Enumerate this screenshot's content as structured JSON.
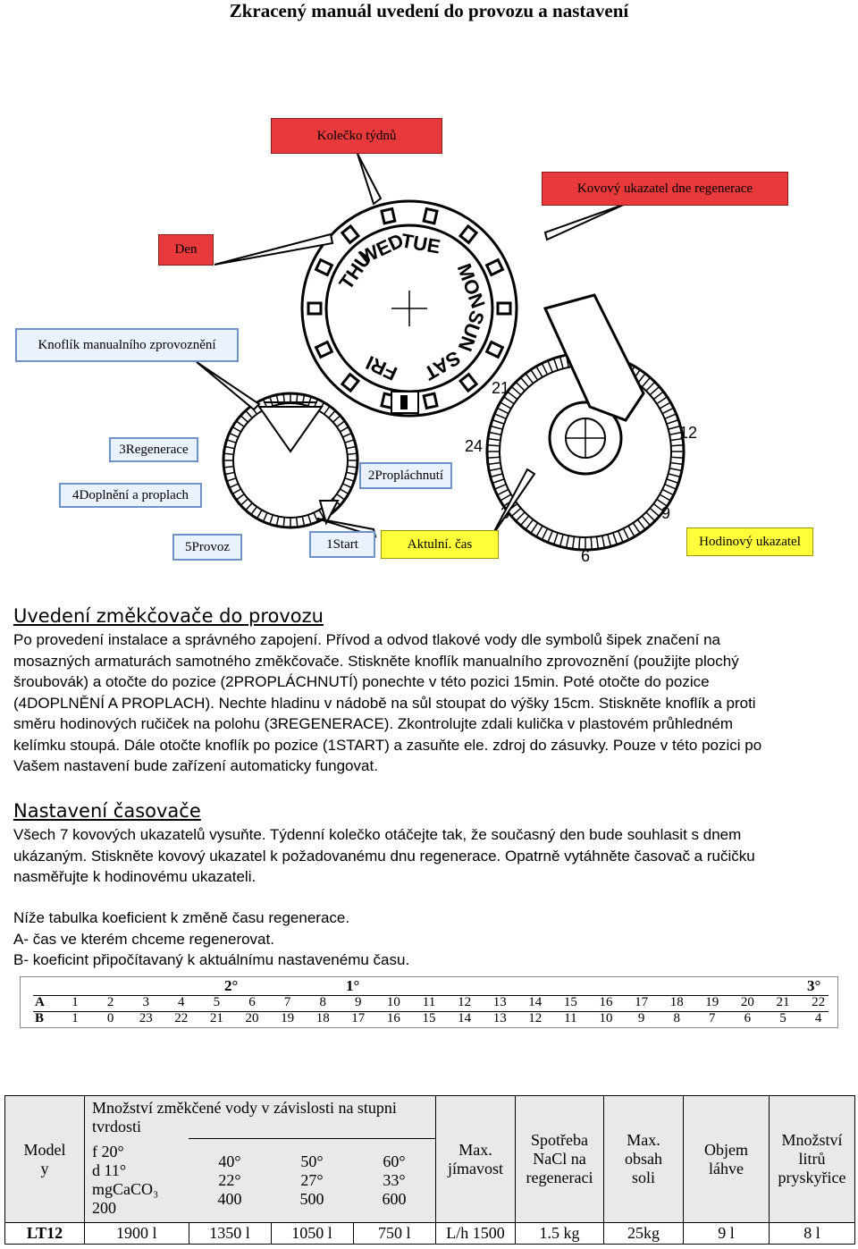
{
  "title": "Zkracený manuál uvedení do provozu a nastavení",
  "diagram": {
    "labels": {
      "week_wheel": "Kolečko týdnů",
      "regen_pointer": "Kovový ukazatel dne regenerace",
      "day": "Den",
      "manual_knob": "Knoflík manualního zprovoznění",
      "regen": "3Regenerace",
      "refill": "4Doplnění a proplach",
      "rinse": "2Propláchnutí",
      "service": "5Provoz",
      "start": "1Start",
      "current_time": "Aktulní. čas",
      "clock_pointer": "Hodinový ukazatel"
    },
    "days": [
      "THU",
      "WED",
      "TUE",
      "MON",
      "SUN",
      "SAT",
      "FRI"
    ],
    "hours": [
      "21",
      "24",
      "3",
      "6",
      "9",
      "12"
    ]
  },
  "section1": {
    "heading": "Uvedení změkčovače do provozu",
    "lines": [
      "Po provedení instalace a správného zapojení. Přívod a odvod tlakové vody dle symbolů šipek značení na",
      "mosazných armaturách samotného změkčovače. Stiskněte knoflík manualního zprovoznění (použijte plochý",
      "šroubovák) a otočte do  pozice (2PROPLÁCHNUTÍ) ponechte v této pozici 15min. Poté otočte do pozice",
      "(4DOPLNĚNÍ A PROPLACH). Nechte hladinu v nádobě na sůl stoupat do výšky 15cm. Stiskněte knoflík a proti",
      "směru hodinových ručiček na polohu (3REGENERACE). Zkontrolujte zdali kulička v plastovém průhledném",
      "kelímku stoupá. Dále otočte knoflík po pozice  (1START) a zasuňte ele. zdroj do zásuvky. Pouze v této pozici po",
      "Vašem nastavení bude zařízení automaticky fungovat."
    ]
  },
  "section2": {
    "heading": "Nastavení časovače",
    "lines": [
      "Všech 7 kovových ukazatelů vysuňte. Týdenní kolečko otáčejte tak,  že současný den bude souhlasit s dnem",
      "ukázaným.  Stiskněte kovový ukazatel k požadovanému dnu regenerace. Opatrně vytáhněte časovač a ručičku",
      "nasměřujte k hodinovému ukazateli."
    ],
    "notes": [
      "Níže tabulka koeficient  k změně času regenerace.",
      "A- čas ve kterém chceme regenerovat.",
      "B-  koeficint připočítavaný k aktuálnímu nastavenému času."
    ]
  },
  "coef_table": {
    "marks": [
      "2°",
      "1°",
      "3°"
    ],
    "rowA_label": "A",
    "rowB_label": "B",
    "A": [
      "1",
      "2",
      "3",
      "4",
      "5",
      "6",
      "7",
      "8",
      "9",
      "10",
      "11",
      "12",
      "13",
      "14",
      "15",
      "16",
      "17",
      "18",
      "19",
      "20",
      "21",
      "22"
    ],
    "B": [
      "1",
      "0",
      "23",
      "22",
      "21",
      "20",
      "19",
      "18",
      "17",
      "16",
      "15",
      "14",
      "13",
      "12",
      "11",
      "10",
      "9",
      "8",
      "7",
      "6",
      "5",
      "4"
    ]
  },
  "spec_table": {
    "header": {
      "model": "Model y",
      "qty_title": "Množství změkčené vody v závislosti na stupni tvrdosti",
      "hardness_label": "f      20°\nd    11°\nmgCaCO₃\n200",
      "col_40": "40°\n22°\n400",
      "col_50": "50°\n27°\n500",
      "col_60": "60°\n33°\n600",
      "max_flow": "Max.\njímavost",
      "salt": "Spotřeba\nNaCl na\nregeneraci",
      "max_salt": "Max.\nobsah\nsoli",
      "tank": "Objem\nláhve",
      "resin": "Množství\nlitrů\npryskyřice"
    },
    "row": [
      "LT12",
      "1900 l",
      "1350 l",
      "1050 l",
      "750 l",
      "L/h 1500",
      "1.5 kg",
      "25kg",
      "9 l",
      "8 l"
    ]
  }
}
